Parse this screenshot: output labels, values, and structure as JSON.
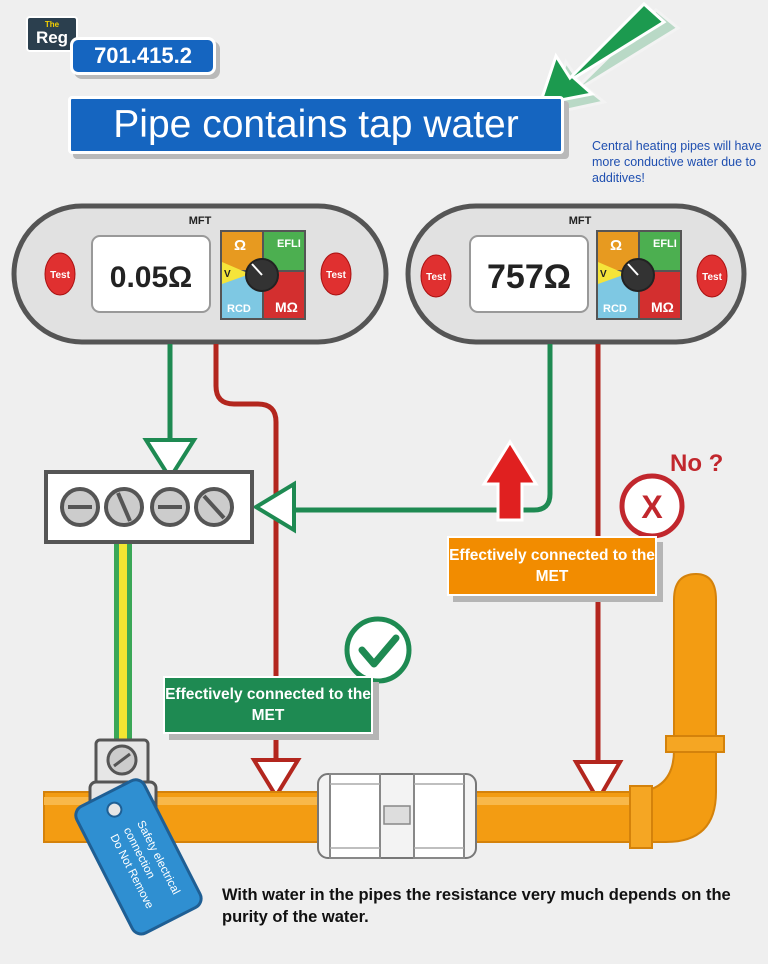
{
  "logo": {
    "the": "The",
    "reg": "Reg"
  },
  "regulation_number": "701.415.2",
  "title": "Pipe contains tap water",
  "note": "Central heating pipes will have more conductive water due to additives!",
  "meters": [
    {
      "label": "MFT",
      "reading": "0.05Ω",
      "test_left": "Test",
      "test_right": "Test",
      "dial": {
        "ohm": "Ω",
        "efli": "EFLI",
        "v": "V",
        "rcd": "RCD",
        "mohm": "MΩ"
      }
    },
    {
      "label": "MFT",
      "reading": "757Ω",
      "test_left": "Test",
      "test_right": "Test",
      "dial": {
        "ohm": "Ω",
        "efli": "EFLI",
        "v": "V",
        "rcd": "RCD",
        "mohm": "MΩ"
      }
    }
  ],
  "status_good": {
    "text": "Effectively connected to the MET",
    "mark": "✓"
  },
  "status_bad": {
    "text": "Effectively connected to the MET",
    "mark": "X",
    "question": "No ?"
  },
  "tag": {
    "line1": "Safety electrical",
    "line2": "connection",
    "line3": "Do Not Remove"
  },
  "footer": "With water in the pipes the resistance very much depends on the purity of the water.",
  "colors": {
    "blue": "#1565c0",
    "green": "#1e8a52",
    "orange": "#f28c00",
    "red": "#c1272d",
    "pipe": "#f39c12"
  }
}
